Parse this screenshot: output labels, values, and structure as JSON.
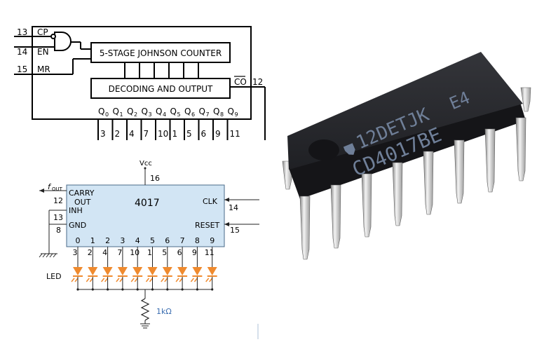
{
  "block_diagram": {
    "input_pins": [
      {
        "pin": "13",
        "name": "CP"
      },
      {
        "pin": "14",
        "name": "EN"
      },
      {
        "pin": "15",
        "name": "MR"
      }
    ],
    "counter_label": "5-STAGE JOHNSON COUNTER",
    "decoder_label": "DECODING AND OUTPUT",
    "carry_out": {
      "name": "CO",
      "pin": "12"
    },
    "outputs": [
      {
        "q": "Q",
        "sub": "0",
        "pin": "3"
      },
      {
        "q": "Q",
        "sub": "1",
        "pin": "2"
      },
      {
        "q": "Q",
        "sub": "2",
        "pin": "4"
      },
      {
        "q": "Q",
        "sub": "3",
        "pin": "7"
      },
      {
        "q": "Q",
        "sub": "4",
        "pin": "10"
      },
      {
        "q": "Q",
        "sub": "5",
        "pin": "1"
      },
      {
        "q": "Q",
        "sub": "6",
        "pin": "5"
      },
      {
        "q": "Q",
        "sub": "7",
        "pin": "6"
      },
      {
        "q": "Q",
        "sub": "8",
        "pin": "9"
      },
      {
        "q": "Q",
        "sub": "9",
        "pin": "11"
      }
    ]
  },
  "circuit": {
    "vcc_label": "Vcc",
    "vcc_pin": "16",
    "chip_name": "4017",
    "fout_label": "f",
    "fout_sub": "OUT",
    "carry_label": "CARRY",
    "out_label": "OUT",
    "carry_pin": "12",
    "inh_label": "INH",
    "inh_pin": "13",
    "gnd_label": "GND",
    "gnd_pin": "8",
    "clk_label": "CLK",
    "clk_pin": "14",
    "reset_label": "RESET",
    "reset_pin": "15",
    "led_label": "LED",
    "resistor_label": "1kΩ",
    "outputs": [
      {
        "index": "0",
        "pin": "3"
      },
      {
        "index": "1",
        "pin": "2"
      },
      {
        "index": "2",
        "pin": "4"
      },
      {
        "index": "3",
        "pin": "7"
      },
      {
        "index": "4",
        "pin": "10"
      },
      {
        "index": "5",
        "pin": "1"
      },
      {
        "index": "6",
        "pin": "5"
      },
      {
        "index": "7",
        "pin": "6"
      },
      {
        "index": "8",
        "pin": "9"
      },
      {
        "index": "9",
        "pin": "11"
      }
    ],
    "led_color": "#ef8a2e"
  },
  "chip_photo": {
    "marking_line1": "12DETJK",
    "marking_badge": "E4",
    "marking_line2": "CD4017BE",
    "body_color": "#26262a",
    "text_color": "#6f7f98"
  }
}
